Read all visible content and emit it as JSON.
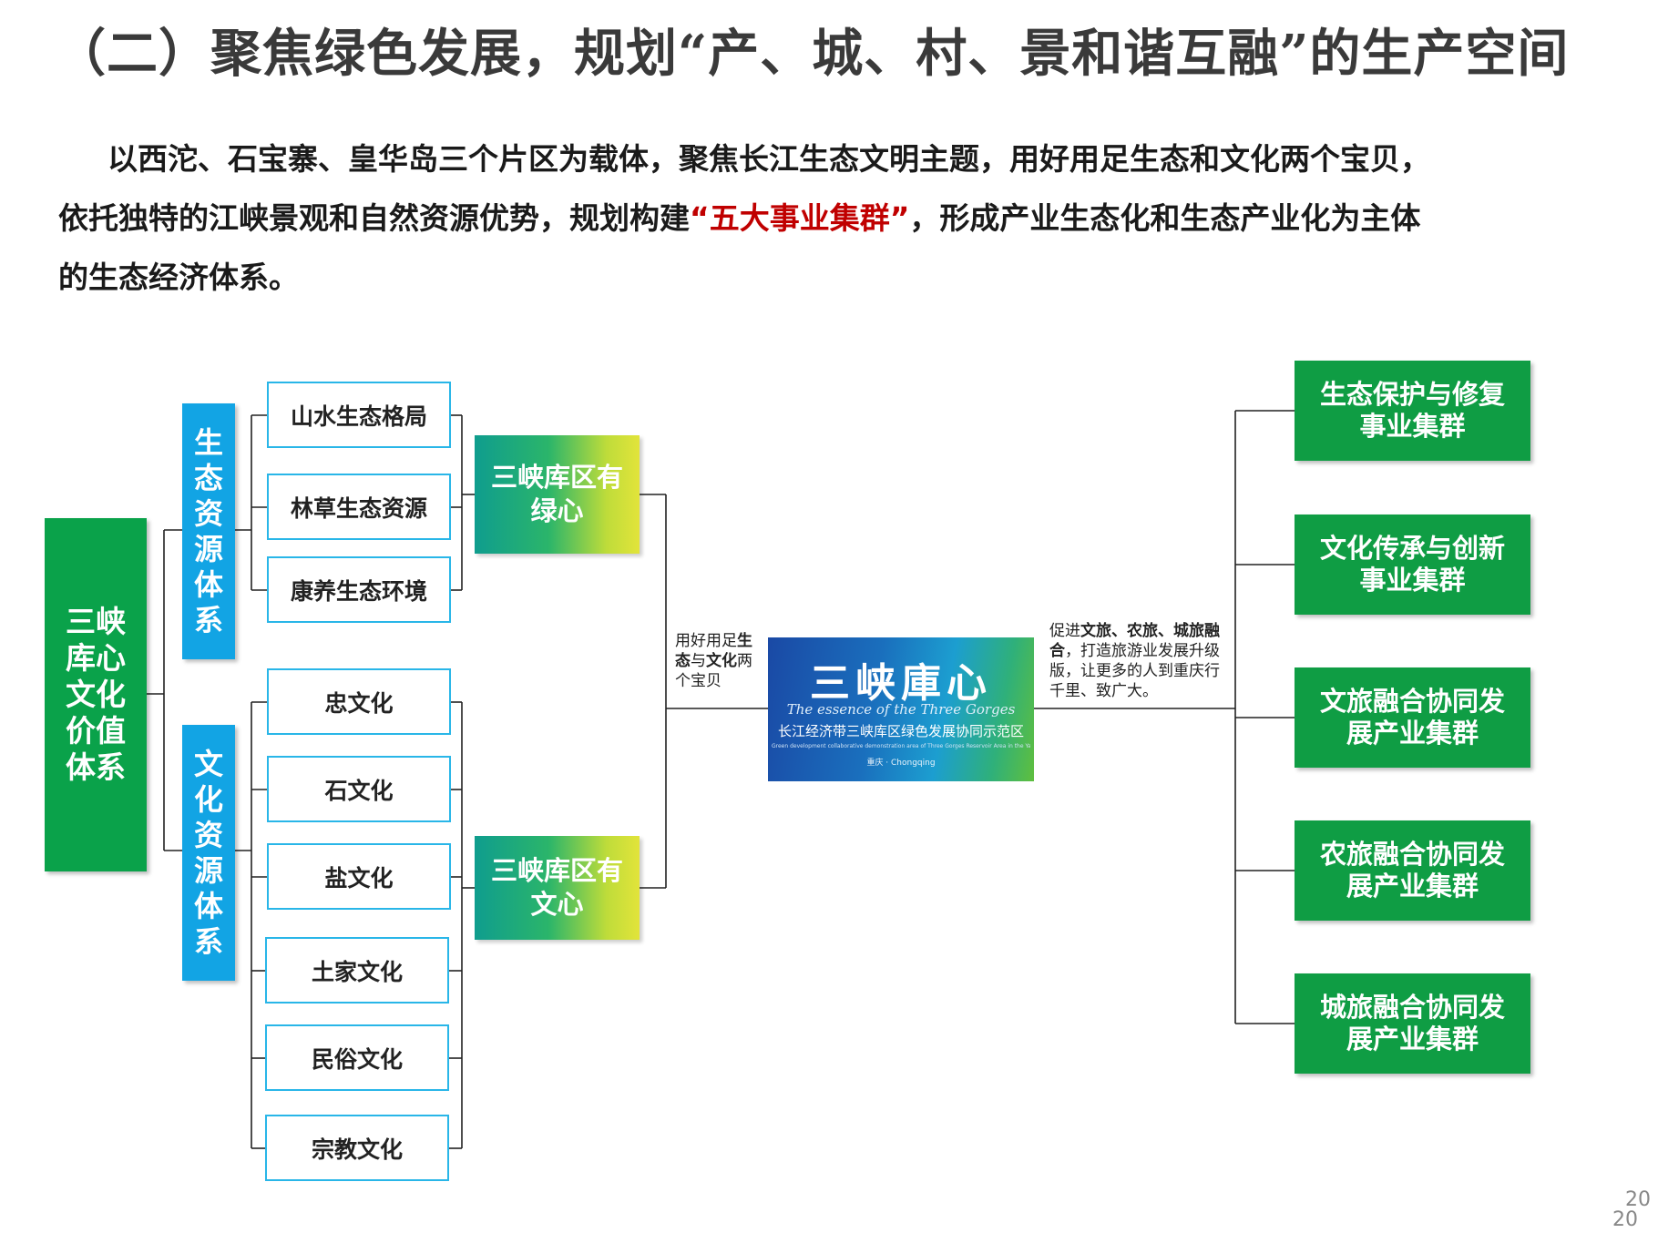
{
  "title": "（二）聚焦绿色发展，规划“产、城、村、景和谐互融”的生产空间",
  "paragraph": {
    "line1": "以西沱、石宝寨、皇华岛三个片区为载体，聚焦长江生态文明主题，用好用足生态和文化两个宝贝，",
    "line2_pre": "依托独特的江峡景观和自然资源优势，规划构建",
    "line2_highlight": "“五大事业集群”",
    "line2_post": "，形成产业生态化和生态产业化为主体",
    "line3": "的生态经济体系。"
  },
  "diagram": {
    "root": "三峡库心文化价值体系",
    "ecology_system": "生态资源体系",
    "culture_system": "文化资源体系",
    "ecology_items": [
      "山水生态格局",
      "林草生态资源",
      "康养生态环境"
    ],
    "culture_items": [
      "忠文化",
      "石文化",
      "盐文化",
      "土家文化",
      "民俗文化",
      "宗教文化"
    ],
    "green_heart": "三峡库区有绿心",
    "culture_heart": "三峡库区有文心",
    "left_note": {
      "part1": "用好用足",
      "part2": "生态",
      "part3": "与",
      "part4": "文化",
      "part5": "两个宝贝"
    },
    "center_logo": {
      "main": "三峡庫心",
      "english": "The essence of the Three Gorges",
      "chinese": "长江经济带三峡库区绿色发展协同示范区",
      "tiny": "Green development collaborative demonstration area of Three Gorges Reservoir Area in the Yangtze River Economic Belt",
      "place": "重庆 · Chongqing"
    },
    "right_note": {
      "part1": "促进",
      "part2": "文旅、农旅、城旅融合",
      "part3": "，打造旅游业发展升级版，让更多的人到重庆行千里、致广大。"
    },
    "clusters": [
      "生态保护与修复事业集群",
      "文化传承与创新事业集群",
      "文旅融合协同发展产业集群",
      "农旅融合协同发展产业集群",
      "城旅融合协同发展产业集群"
    ]
  },
  "page_numbers": [
    "20",
    "20"
  ],
  "colors": {
    "root_green": "#0aa24a",
    "system_blue": "#12a4e4",
    "outline_blue": "#29b6e8",
    "cluster_green": "#0f9d44",
    "highlight_red": "#c00000"
  }
}
